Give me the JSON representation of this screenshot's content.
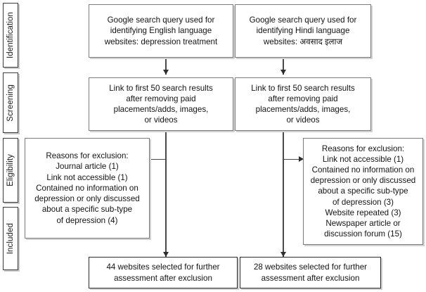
{
  "diagram": {
    "title": "PRISMA-style website selection flow diagram",
    "line_color": "#4a4a4a",
    "box_border_color": "#7b7b7b",
    "shadow_color": "#d2d2d2"
  },
  "stages": [
    {
      "label": "Identification"
    },
    {
      "label": "Screening"
    },
    {
      "label": "Eligibility"
    },
    {
      "label": "Included"
    }
  ],
  "columns": [
    {
      "language": "English",
      "query_box": "Google search query used for\nidentifying English language\nwebsites: depression treatment",
      "screening_box": "Link to first 50 search results\nafter removing paid\nplacements/adds, images,\nor videos",
      "exclusion_box": "Reasons for exclusion:\nJournal article (1)\nLink not accessible (1)\nContained no information on\ndepression or only discussed\nabout a specific sub-type\nof depression (4)",
      "included_box": "44 websites selected for further\nassessment after exclusion"
    },
    {
      "language": "Hindi",
      "query_box": "Google search query used for\nidentifying Hindi language\nwebsites: अवसाद इलाज",
      "screening_box": "Link to first 50 search results\nafter removing paid\nplacements/adds, images,\nor videos",
      "exclusion_box": "Reasons for exclusion:\nLink not accessible (1)\nContained no information on\ndepression or only discussed\nabout a specific sub-type\nof depression (3)\nWebsite repeated (3)\nNewspaper article or\ndiscussion forum (15)",
      "included_box": "28 websites selected for further\nassessment after exclusion"
    }
  ]
}
